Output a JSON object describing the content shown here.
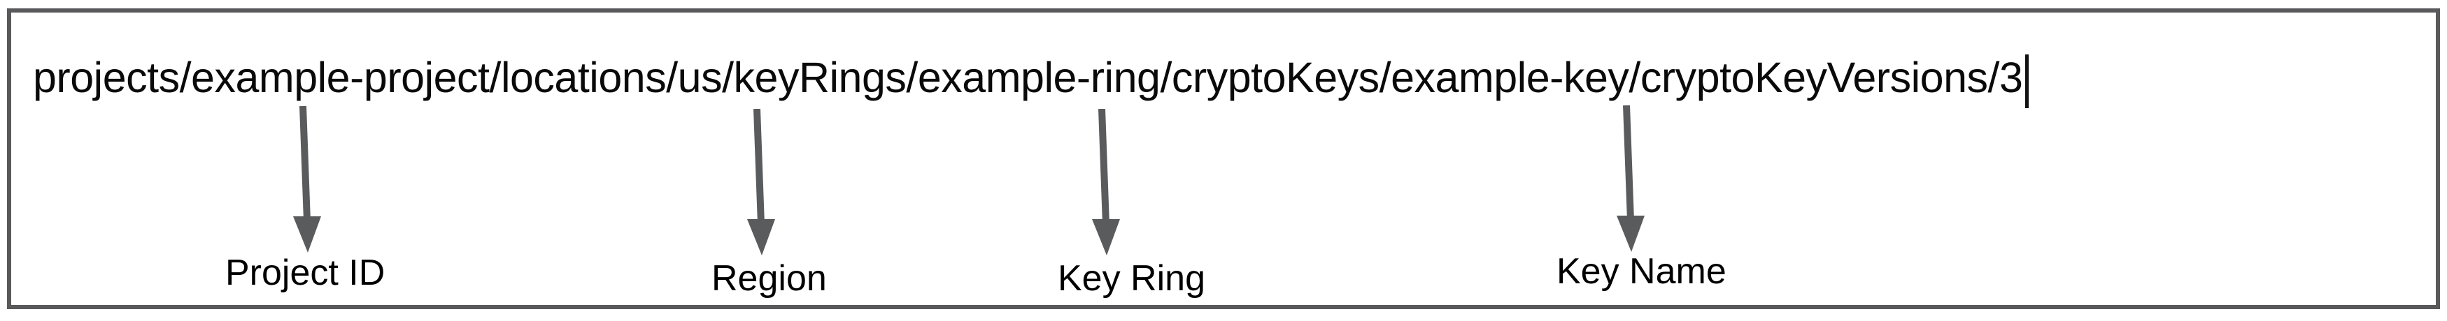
{
  "resource_path": {
    "value": "projects/example-project/locations/us/keyRings/example-ring/cryptoKeys/example-key/cryptoKeyVersions/3"
  },
  "annotations": [
    {
      "id": "project-id",
      "label": "Project ID",
      "points_to": "example-project"
    },
    {
      "id": "region",
      "label": "Region",
      "points_to": "us"
    },
    {
      "id": "key-ring",
      "label": "Key Ring",
      "points_to": "example-ring"
    },
    {
      "id": "key-name",
      "label": "Key Name",
      "points_to": "example-key"
    }
  ],
  "colors": {
    "frame_border": "#59595b",
    "arrow": "#5a5b5d",
    "text": "#0a0a0a"
  }
}
